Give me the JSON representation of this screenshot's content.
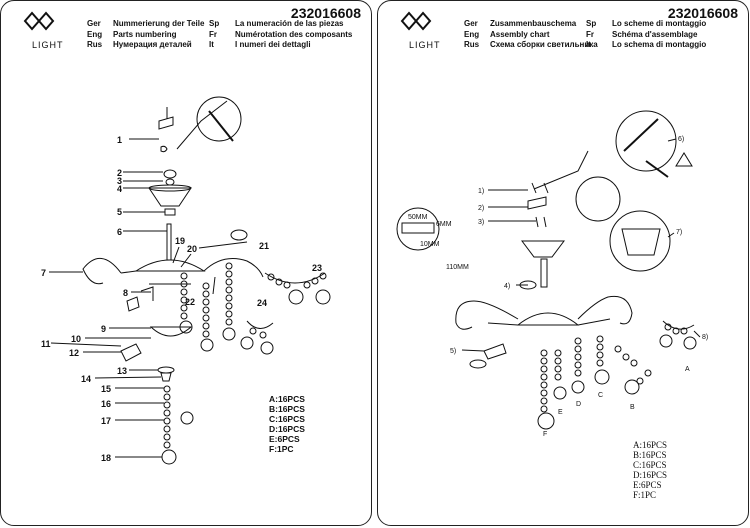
{
  "left_sheet": {
    "logo_text": "LIGHT",
    "code": "232016608",
    "header_col1": [
      {
        "lang": "Ger",
        "text": "Nummerierung der Teile"
      },
      {
        "lang": "Eng",
        "text": "Parts numbering"
      },
      {
        "lang": "Rus",
        "text": "Нумерация деталей"
      }
    ],
    "header_col2": [
      {
        "lang": "Sp",
        "text": "La numeración de las piezas"
      },
      {
        "lang": "Fr",
        "text": "Numérotation des composants"
      },
      {
        "lang": "It",
        "text": "I numeri dei dettagli"
      }
    ],
    "part_numbers": [
      "1",
      "2",
      "3",
      "4",
      "5",
      "6",
      "7",
      "8",
      "9",
      "10",
      "11",
      "12",
      "13",
      "14",
      "15",
      "16",
      "17",
      "18",
      "19",
      "20",
      "21",
      "22",
      "23",
      "24"
    ],
    "legend": [
      "A:16PCS",
      "B:16PCS",
      "C:16PCS",
      "D:16PCS",
      "E:6PCS",
      "F:1PC"
    ]
  },
  "right_sheet": {
    "logo_text": "LIGHT",
    "code": "232016608",
    "header_col1": [
      {
        "lang": "Ger",
        "text": "Zusammenbauschema"
      },
      {
        "lang": "Eng",
        "text": "Assembly chart"
      },
      {
        "lang": "Rus",
        "text": "Схема сборки светильника"
      }
    ],
    "header_col2": [
      {
        "lang": "Sp",
        "text": "Lo scheme di montaggio"
      },
      {
        "lang": "Fr",
        "text": "Schéma d'assemblage"
      },
      {
        "lang": "It",
        "text": "Lo schema di montaggio"
      }
    ],
    "step_numbers": [
      "1)",
      "2)",
      "3)",
      "4)",
      "5)",
      "6)",
      "7)",
      "8)"
    ],
    "dimensions": [
      "50MM",
      "6MM",
      "10MM",
      "110MM"
    ],
    "letters": [
      "A",
      "B",
      "C",
      "D",
      "E",
      "F"
    ],
    "legend": [
      "A:16PCS",
      "B:16PCS",
      "C:16PCS",
      "D:16PCS",
      "E:6PCS",
      "F:1PC"
    ]
  }
}
